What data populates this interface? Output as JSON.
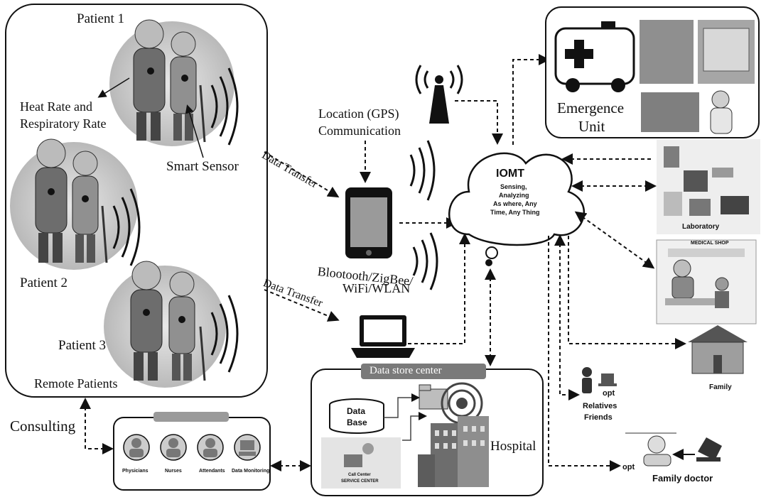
{
  "patients": {
    "patient1": "Patient 1",
    "patient2": "Patient 2",
    "patient3": "Patient 3",
    "heart_rate_line1": "Heat Rate and",
    "heart_rate_line2": "Respiratory Rate",
    "smart_sensor": "Smart Sensor",
    "remote_patients": "Remote Patients"
  },
  "transfer": {
    "data_transfer_top": "Data Transfer",
    "data_transfer_bottom": "Data Transfer"
  },
  "gps": {
    "line1": "Location (GPS)",
    "line2": "Communication"
  },
  "wireless": {
    "line1": "Blootooth/ZigBee/",
    "line2": "WiFi/WLAN"
  },
  "iomt": {
    "title": "IOMT",
    "line1": "Sensing,",
    "line2": "Analyzing",
    "line3": "As where, Any",
    "line4": "Time, Any Thing"
  },
  "emergency": {
    "line1": "Emergence",
    "line2": "Unit"
  },
  "laboratory": "Laboratory",
  "medical_shop": "MEDICAL SHOP",
  "family": "Family",
  "relatives": {
    "opt": "opt",
    "line1": "Relatives",
    "line2": "Friends"
  },
  "family_doctor": {
    "opt": "opt",
    "label": "Family doctor"
  },
  "consulting": "Consulting",
  "consult_panel": {
    "roles": [
      "Physicians",
      "Nurses",
      "Attendants",
      "Data Monitoring"
    ]
  },
  "data_center": {
    "title": "Data store center",
    "db_line1": "Data",
    "db_line2": "Base",
    "call_center_line1": "Call Center",
    "call_center_line2": "SERVICE CENTER",
    "hospital": "Hospital"
  },
  "colors": {
    "ink": "#111111",
    "gray": "#8a8a8a",
    "lightgray": "#d9d9d9",
    "panel_title_bg": "#7a7a7a"
  }
}
